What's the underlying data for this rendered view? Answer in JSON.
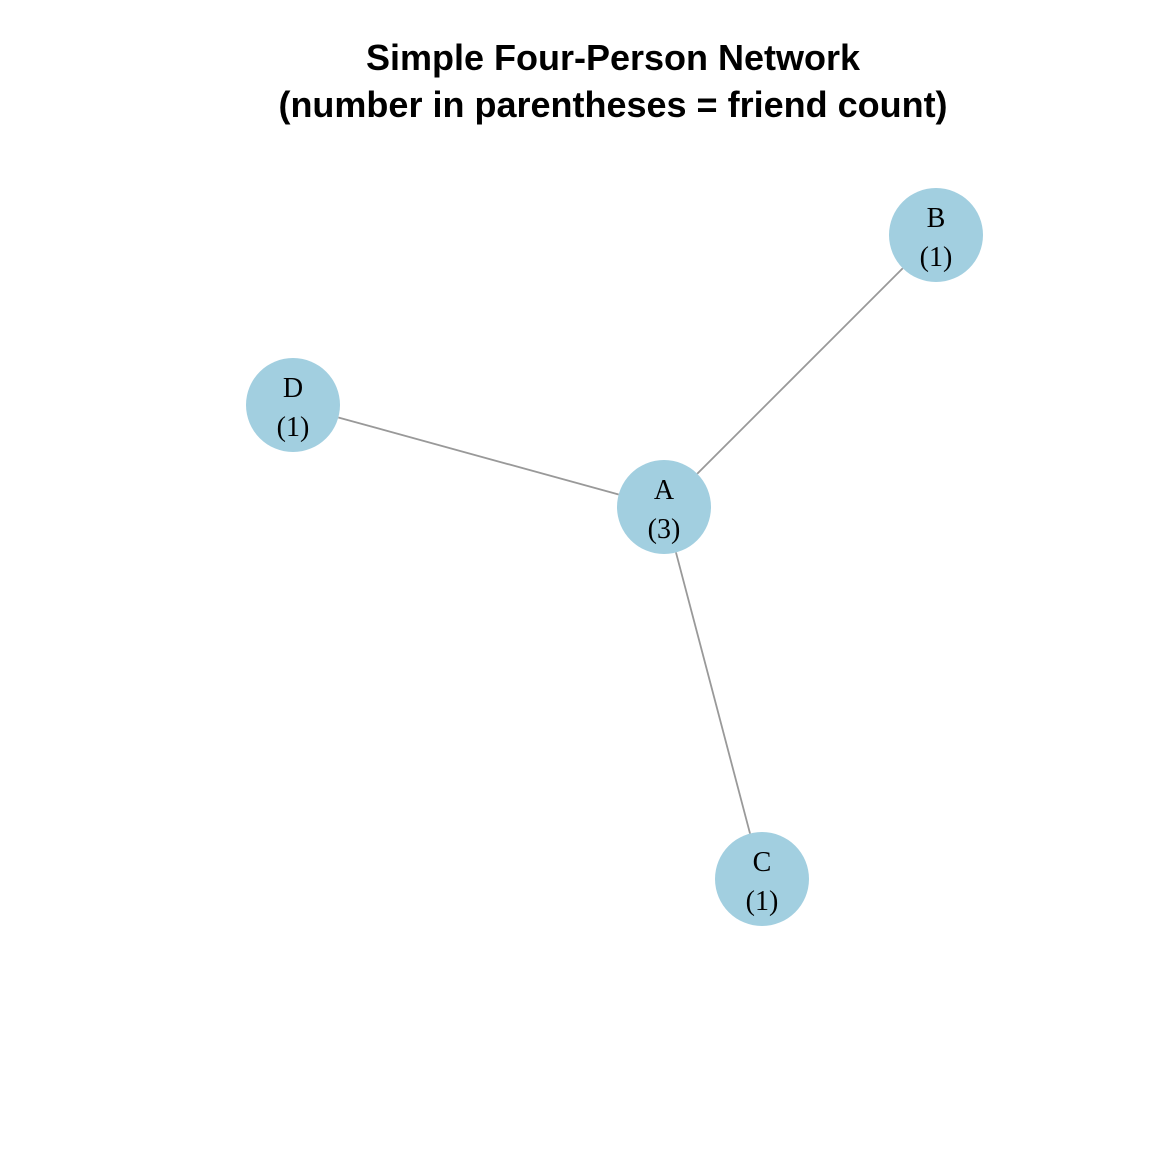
{
  "title": {
    "line1": "Simple Four-Person Network",
    "line2": "(number in parentheses = friend count)"
  },
  "colors": {
    "node_fill": "#a2cfe0",
    "edge": "#999999",
    "background": "#ffffff",
    "text": "#000000"
  },
  "nodes": [
    {
      "id": "A",
      "label": "A",
      "count": "(3)"
    },
    {
      "id": "B",
      "label": "B",
      "count": "(1)"
    },
    {
      "id": "C",
      "label": "C",
      "count": "(1)"
    },
    {
      "id": "D",
      "label": "D",
      "count": "(1)"
    }
  ],
  "edges": [
    {
      "from": "A",
      "to": "B"
    },
    {
      "from": "A",
      "to": "C"
    },
    {
      "from": "A",
      "to": "D"
    }
  ]
}
